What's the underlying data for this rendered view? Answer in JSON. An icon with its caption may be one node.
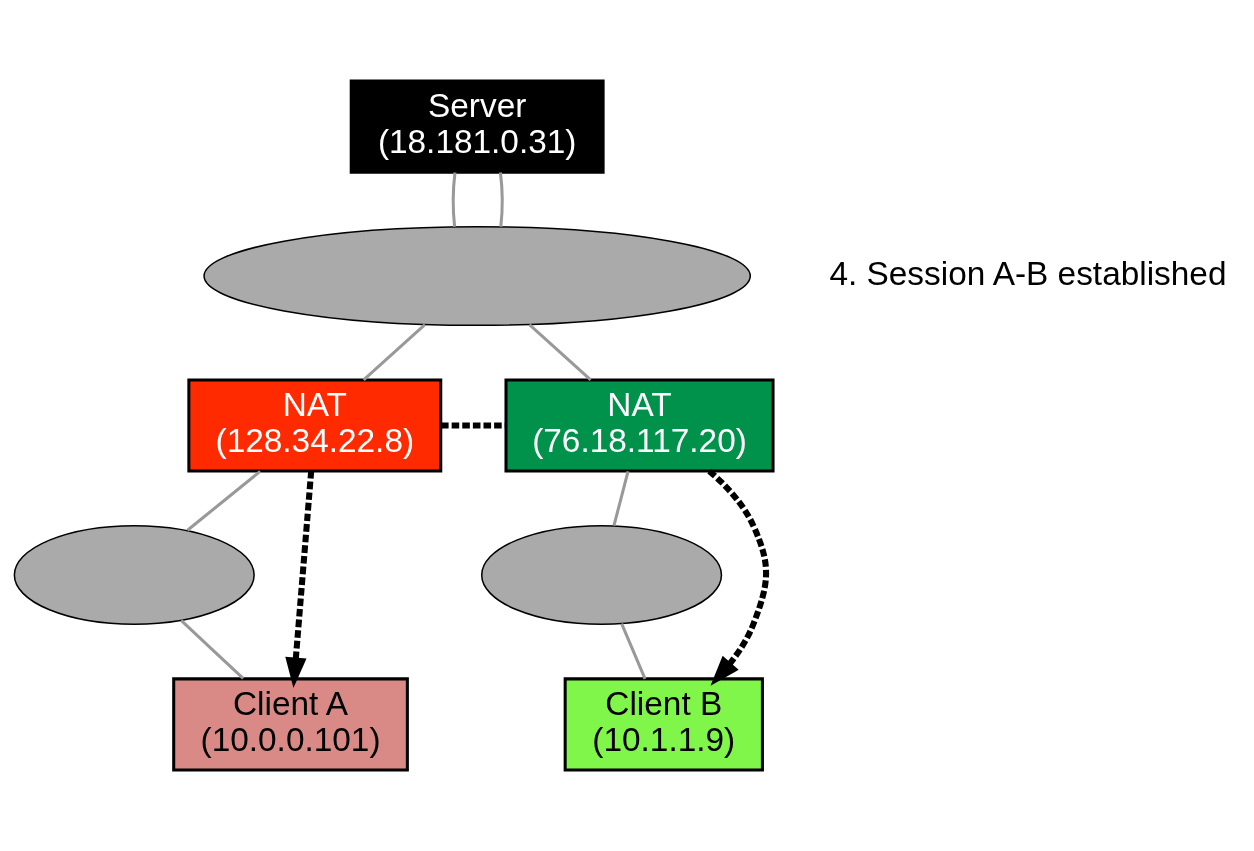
{
  "diagram": {
    "nodes": [
      {
        "text": [
          "Server",
          "(18.181.0.31)"
        ]
      },
      {
        "text": [],
        "shape": "cloud"
      },
      {
        "text": [
          "NAT",
          "(128.34.22.8)"
        ]
      },
      {
        "text": [
          "NAT",
          "(76.18.117.20)"
        ]
      },
      {
        "text": [],
        "shape": "cloud"
      },
      {
        "text": [],
        "shape": "cloud"
      },
      {
        "text": [
          "Client A",
          "(10.0.0.101)"
        ]
      },
      {
        "text": [
          "Client B",
          "(10.1.1.9)"
        ]
      }
    ],
    "edges": [
      {
        "from": 0,
        "to": 1,
        "arrow": "none"
      },
      {
        "from": 0,
        "to": 1,
        "arrow": "none"
      },
      {
        "from": 1,
        "to": 2,
        "arrow": "none"
      },
      {
        "from": 1,
        "to": 3,
        "arrow": "none"
      },
      {
        "from": 2,
        "to": 4,
        "arrow": "none"
      },
      {
        "from": 4,
        "to": 6,
        "arrow": "none"
      },
      {
        "from": 3,
        "to": 5,
        "arrow": "none"
      },
      {
        "from": 5,
        "to": 7,
        "arrow": "none"
      },
      {
        "from": 2,
        "to": 3,
        "arrow": "none",
        "style": "dashed",
        "color": "#000000"
      },
      {
        "from": 2,
        "to": 6,
        "arrow": "to",
        "style": "dashed",
        "color": "#000000"
      },
      {
        "from": 3,
        "to": 7,
        "arrow": "to",
        "style": "dashed",
        "color": "#000000"
      }
    ],
    "labels": [
      "4. Session A-B established"
    ]
  }
}
